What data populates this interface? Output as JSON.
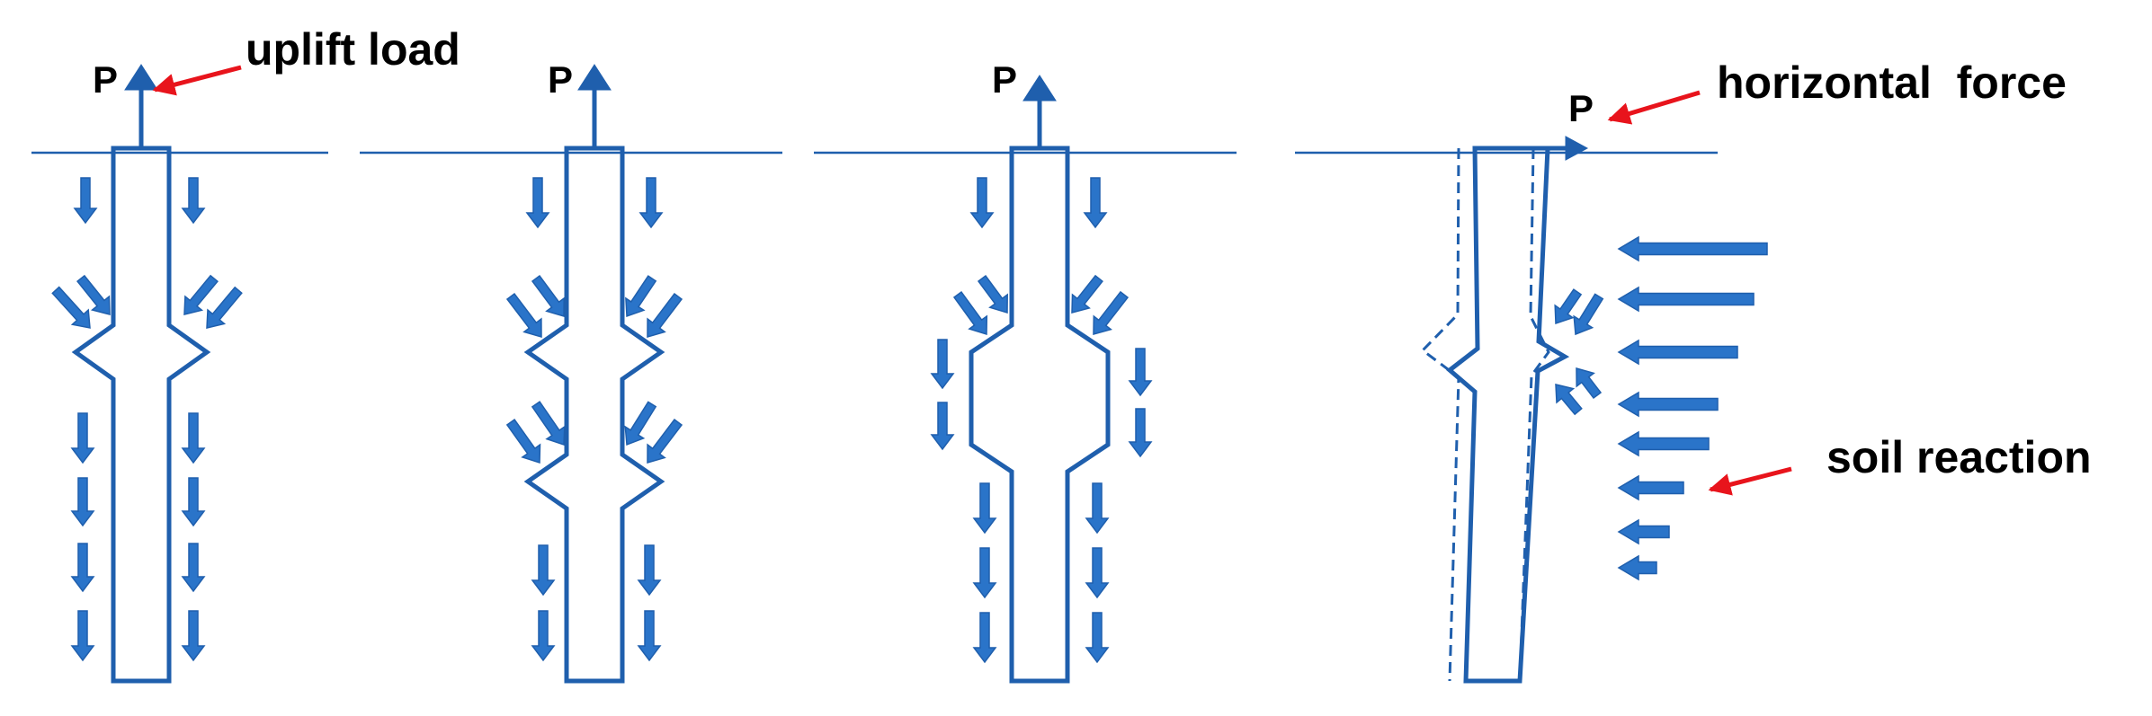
{
  "colors": {
    "pile": "#1f5fad",
    "arrow": "#2a74c9",
    "arrow_edge": "#1f5fad",
    "pointer": "#e8141c",
    "text": "#000000",
    "background": "#ffffff"
  },
  "panels": [
    {
      "load_label": "P",
      "annotation": "uplift load"
    },
    {
      "load_label": "P"
    },
    {
      "load_label": "P"
    },
    {
      "load_label": "P",
      "annotation": "horizontal  force",
      "annotation2": "soil reaction"
    }
  ]
}
